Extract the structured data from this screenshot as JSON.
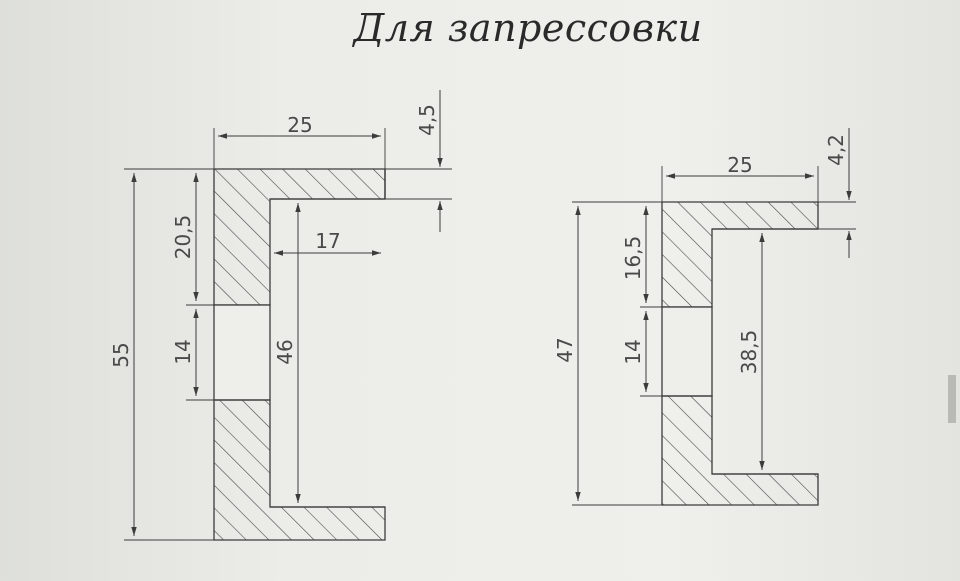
{
  "title": "Для запрессовки",
  "left_part": {
    "width": "25",
    "wall_top": "4,5",
    "upper_flange": "20,5",
    "inner_width": "17",
    "slot": "14",
    "inner_height": "46",
    "total_height": "55"
  },
  "right_part": {
    "width": "25",
    "wall_top": "4,2",
    "upper_flange": "16,5",
    "slot": "14",
    "inner_height": "38,5",
    "total_height": "47"
  },
  "colors": {
    "line": "#3c3c3c",
    "hatch": "#4a4a4a",
    "paper": "#ecece8"
  }
}
